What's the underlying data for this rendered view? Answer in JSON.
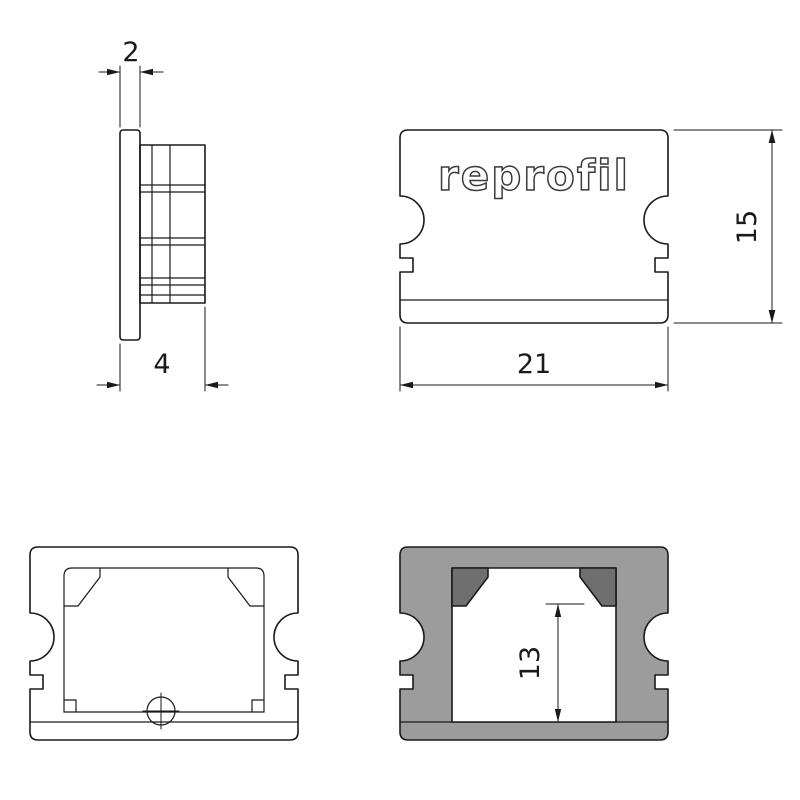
{
  "drawing": {
    "type": "technical-dimension-drawing",
    "logo_text": "reprofil",
    "dimensions": {
      "flange_thickness": "2",
      "total_depth": "4",
      "cap_width": "21",
      "cap_height": "15",
      "inner_height": "13"
    },
    "colors": {
      "line": "#1a1a1a",
      "body_gray": "#9c9c9c",
      "hook_gray": "#6f6f6f",
      "background": "#ffffff"
    }
  }
}
